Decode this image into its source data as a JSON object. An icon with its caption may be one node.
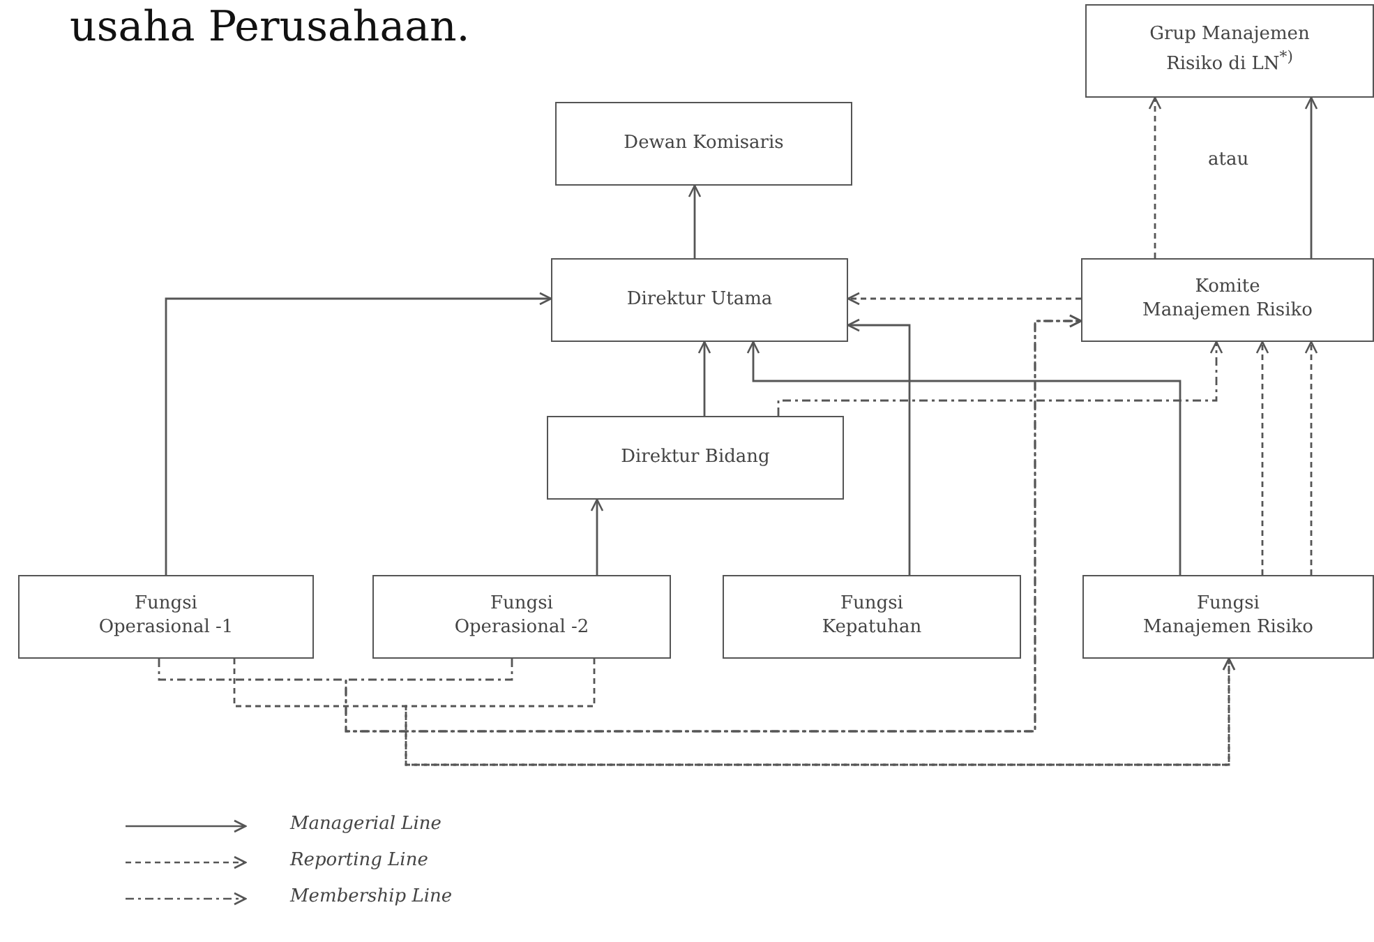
{
  "diagram": {
    "nodes": [
      {
        "text": [
          "Grup Manajemen Risiko di LN$^{*)}$"
        ]
      },
      {
        "text": [
          "Dewan Komisaris"
        ]
      },
      {
        "text": [
          "Direktur Utama"
        ]
      },
      {
        "text": [
          "Komite Manajemen Risiko"
        ]
      },
      {
        "text": [
          "Direktur Bidang"
        ]
      },
      {
        "text": [
          "Fungsi Operasional -1"
        ]
      },
      {
        "text": [
          "Fungsi Operasional -2"
        ]
      },
      {
        "text": [
          "Fungsi Kepatuhan"
        ]
      },
      {
        "text": [
          "Fungsi Manajemen Risiko"
        ]
      }
    ],
    "edges": [
      {
        "from": 2,
        "to": 1,
        "arrow": "to"
      },
      {
        "from": 5,
        "to": 2,
        "arrow": "to"
      },
      {
        "from": 6,
        "to": 4,
        "arrow": "to"
      },
      {
        "from": 4,
        "to": 2,
        "arrow": "to"
      },
      {
        "from": 7,
        "to": 2,
        "arrow": "to"
      },
      {
        "from": 8,
        "to": 2,
        "arrow": "to"
      },
      {
        "from": 3,
        "to": 2,
        "arrow": "to",
        "style": "dashed"
      },
      {
        "from": 3,
        "to": 0,
        "arrow": "to",
        "style": "dashed"
      },
      {
        "from": 3,
        "to": 0,
        "arrow": "to"
      },
      {
        "from": 8,
        "to": 3,
        "arrow": "to",
        "style": "dashed"
      },
      {
        "from": 8,
        "to": 3,
        "arrow": "to",
        "style": "dashed"
      },
      {
        "from": 4,
        "to": 3,
        "arrow": "to",
        "style": "dashed"
      },
      {
        "from": 5,
        "to": 3,
        "arrow": "to",
        "style": "dashed"
      },
      {
        "from": 6,
        "to": 3,
        "arrow": "to",
        "style": "dashed"
      },
      {
        "from": 5,
        "to": 8,
        "arrow": "to",
        "style": "dashed"
      },
      {
        "from": 6,
        "to": 8,
        "arrow": "to",
        "style": "dashed"
      }
    ],
    "labels": [
      "usaha Perusahaan.",
      "atau"
    ],
    "legend": [
      {
        "text": "Managerial Line"
      },
      {
        "text": "Reporting Line"
      },
      {
        "text": "Membership Line"
      }
    ]
  }
}
